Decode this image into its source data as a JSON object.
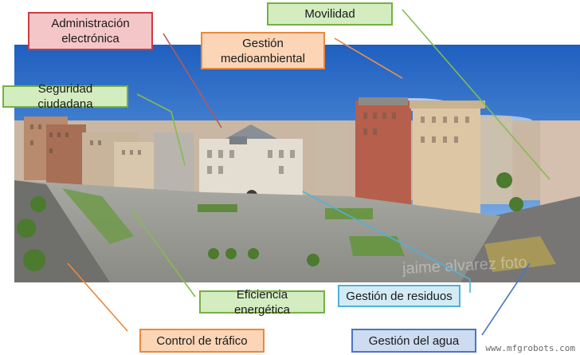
{
  "labels": {
    "admin": {
      "text": "Administración electrónica",
      "bg": "#f5c6c8",
      "border": "#cc3c46"
    },
    "movilidad": {
      "text": "Movilidad",
      "bg": "#d3ecc0",
      "border": "#76b043"
    },
    "medio": {
      "text": "Gestión medioambiental",
      "bg": "#fbd5b6",
      "border": "#e8893e"
    },
    "seguridad": {
      "text": "Seguridad ciudadana",
      "bg": "#d3ecc0",
      "border": "#76b043"
    },
    "eficiencia": {
      "text": "Eficiencia energética",
      "bg": "#d3ecc0",
      "border": "#76b043"
    },
    "residuos": {
      "text": "Gestión de residuos",
      "bg": "#d2ebf5",
      "border": "#4fb1d6"
    },
    "trafico": {
      "text": "Control de tráfico",
      "bg": "#fbd5b6",
      "border": "#e8893e"
    },
    "agua": {
      "text": "Gestión del agua",
      "bg": "#cddcf1",
      "border": "#4a77c3"
    }
  },
  "photo_credit": "jaime alvarez foto",
  "watermark": "www.mfgrobots.com"
}
